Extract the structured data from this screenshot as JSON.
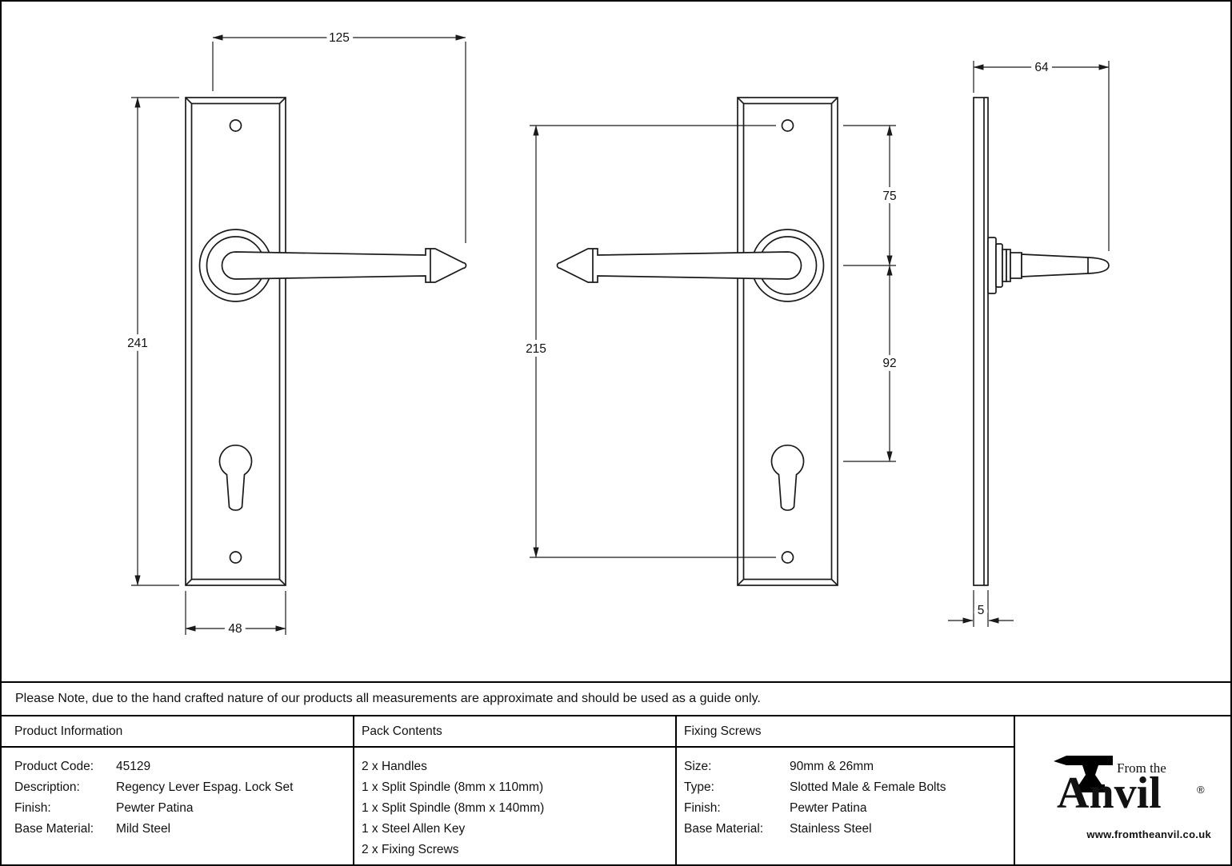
{
  "drawing": {
    "dims": {
      "overall_width": "125",
      "plate_height": "241",
      "plate_width": "48",
      "fixing_centres": "215",
      "top_to_spindle": "75",
      "spindle_to_cylinder": "92",
      "projection": "64",
      "plate_thickness": "5"
    }
  },
  "note": "Please Note, due to the hand crafted nature of our products all measurements are approximate and should be used as a guide only.",
  "table": {
    "product_info": {
      "header": "Product Information",
      "rows": [
        {
          "label": "Product Code:",
          "value": "45129"
        },
        {
          "label": "Description:",
          "value": "Regency Lever Espag. Lock Set"
        },
        {
          "label": "Finish:",
          "value": "Pewter Patina"
        },
        {
          "label": "Base Material:",
          "value": "Mild Steel"
        }
      ]
    },
    "pack_contents": {
      "header": "Pack Contents",
      "items": [
        "2 x Handles",
        "1 x Split Spindle (8mm x 110mm)",
        "1 x Split Spindle (8mm x 140mm)",
        "1 x Steel Allen Key",
        "2 x Fixing Screws"
      ]
    },
    "fixing_screws": {
      "header": "Fixing Screws",
      "rows": [
        {
          "label": "Size:",
          "value": "90mm & 26mm"
        },
        {
          "label": "Type:",
          "value": "Slotted Male & Female Bolts"
        },
        {
          "label": "Finish:",
          "value": "Pewter Patina"
        },
        {
          "label": "Base Material:",
          "value": "Stainless Steel"
        }
      ]
    },
    "logo": {
      "tagline": "From the",
      "brand": "Anvil",
      "registered": "®",
      "website": "www.fromtheanvil.co.uk"
    }
  }
}
